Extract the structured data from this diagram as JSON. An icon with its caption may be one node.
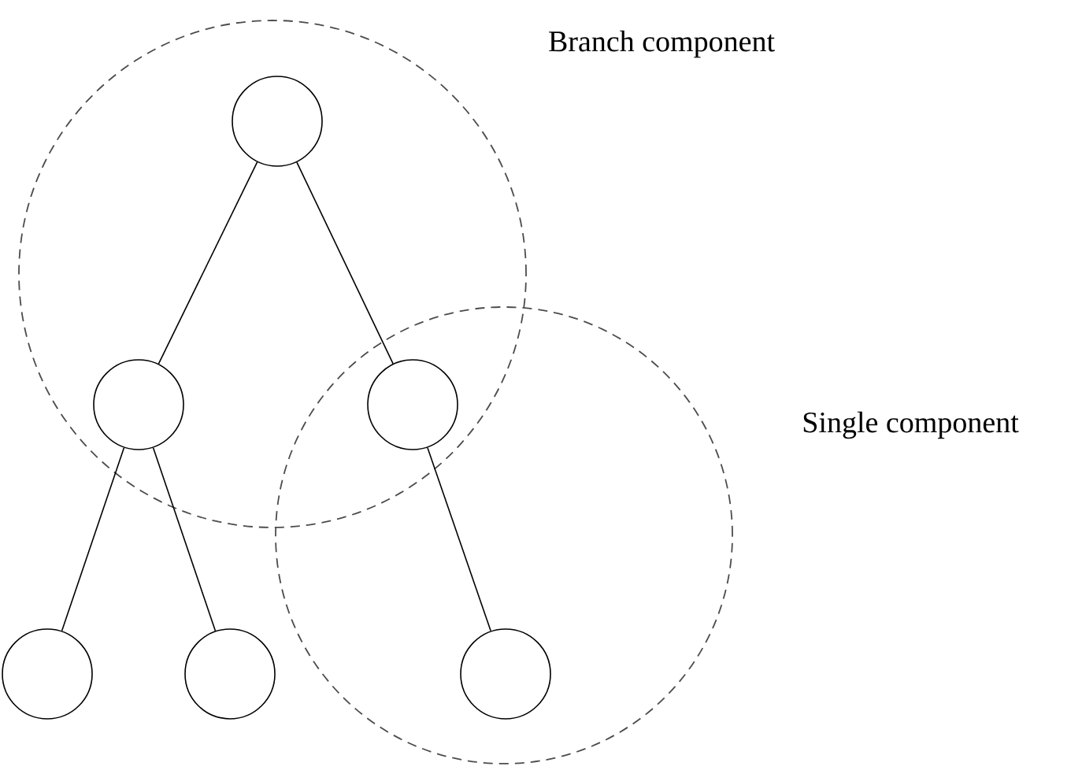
{
  "diagram": {
    "nodes": [
      {
        "text": [
          "Branch component"
        ]
      },
      {
        "text": [],
        "shape": "circle",
        "in": 0
      },
      {
        "text": [],
        "shape": "circle",
        "in": 0
      },
      {
        "text": [
          "Single component"
        ]
      },
      {
        "text": [],
        "shape": "circle"
      },
      {
        "text": [],
        "shape": "circle"
      },
      {
        "text": [],
        "shape": "circle"
      },
      {
        "text": [],
        "shape": "circle",
        "in": 3
      }
    ],
    "edges": [
      {
        "from": 1,
        "to": 2,
        "arrow": "none"
      },
      {
        "from": 1,
        "to": 4,
        "arrow": "none"
      },
      {
        "from": 2,
        "to": 5,
        "arrow": "none"
      },
      {
        "from": 2,
        "to": 6,
        "arrow": "none"
      },
      {
        "from": 4,
        "to": 7,
        "arrow": "none"
      }
    ]
  }
}
